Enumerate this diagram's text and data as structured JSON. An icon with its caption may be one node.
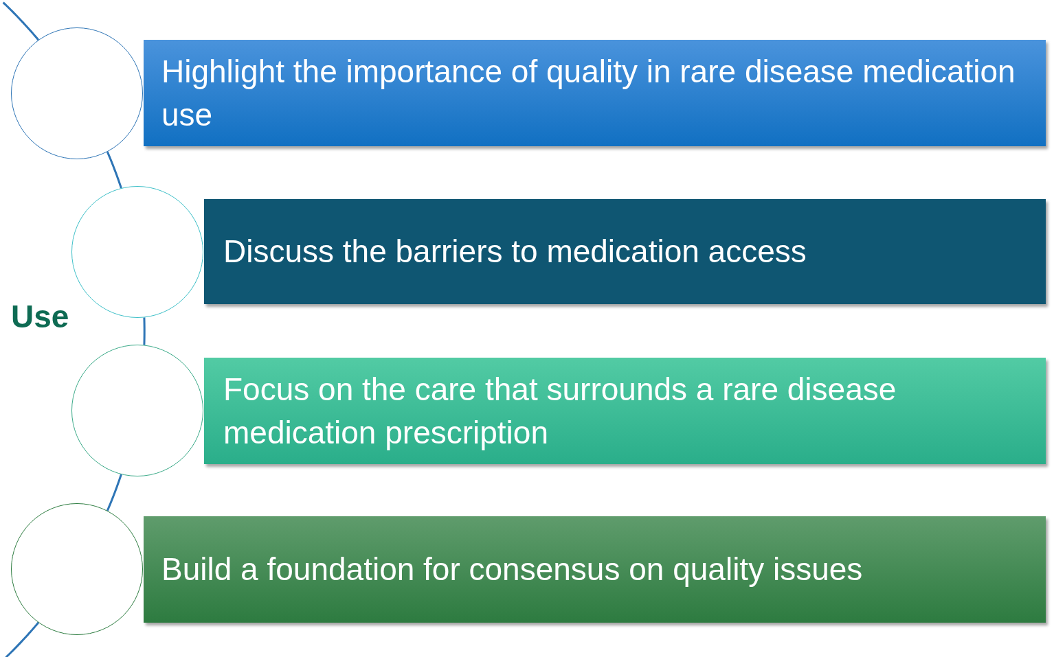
{
  "diagram": {
    "nodes": [
      {
        "text": [
          "Highlight the importance of quality in rare disease medication use"
        ]
      },
      {
        "text": [
          "Discuss the barriers to medication access"
        ]
      },
      {
        "text": [
          "Focus on the care that surrounds a rare disease medication prescription"
        ]
      },
      {
        "text": [
          "Build a foundation for consensus on quality issues"
        ]
      },
      {
        "text": [],
        "shape": "circle"
      },
      {
        "text": [],
        "shape": "circle"
      },
      {
        "text": [],
        "shape": "circle"
      },
      {
        "text": [],
        "shape": "circle"
      }
    ],
    "edges": [
      {
        "from": null,
        "to": 4,
        "arrow": "none"
      },
      {
        "from": 4,
        "to": 5,
        "arrow": "none"
      },
      {
        "from": 5,
        "to": 6,
        "arrow": "none"
      },
      {
        "from": 6,
        "to": 7,
        "arrow": "none"
      },
      {
        "from": 7,
        "to": null,
        "arrow": "none"
      }
    ],
    "labels": [
      "Use"
    ]
  }
}
